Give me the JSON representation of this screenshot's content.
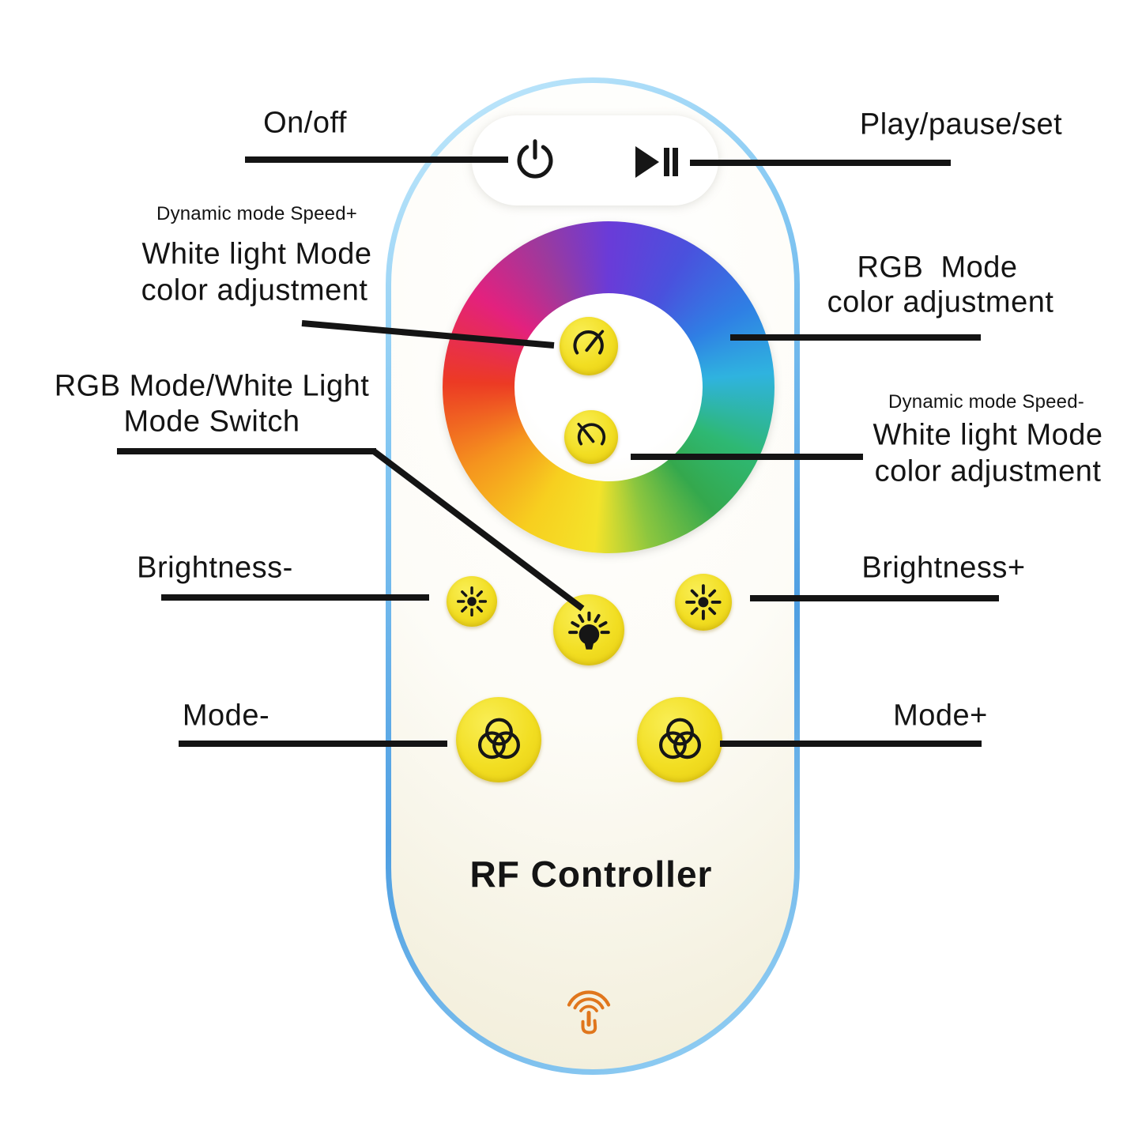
{
  "device": {
    "name_label": "RF Controller"
  },
  "colors": {
    "button_yellow": "#f2de22",
    "edge_blue": "#5fb0ea",
    "touch_orange": "#e0761c",
    "callout_line": "#141414"
  },
  "icons": {
    "power": "power-symbol",
    "play_pause": "play-triangle-with-pause-bars",
    "speed_plus": "gauge-dial-needle-up",
    "speed_minus": "gauge-dial-needle-down",
    "brightness": "sun",
    "mode_switch": "lightbulb-with-rays",
    "mode": "three-overlapping-circles",
    "touch": "signal-arcs-with-hand"
  },
  "annotations": {
    "on_off": "On/off",
    "play_pause_set": "Play/pause/set",
    "speed_plus": {
      "small": "Dynamic mode Speed+",
      "line1": "White light Mode",
      "line2": "color adjustment"
    },
    "rgb_mode": {
      "line1": "RGB  Mode",
      "line2": "color adjustment"
    },
    "mode_switch": {
      "line1": "RGB Mode/White Light",
      "line2": "Mode Switch"
    },
    "speed_minus": {
      "small": "Dynamic mode Speed-",
      "line1": "White light Mode",
      "line2": "color adjustment"
    },
    "brightness_minus": "Brightness-",
    "brightness_plus": "Brightness+",
    "mode_minus": "Mode-",
    "mode_plus": "Mode+"
  }
}
